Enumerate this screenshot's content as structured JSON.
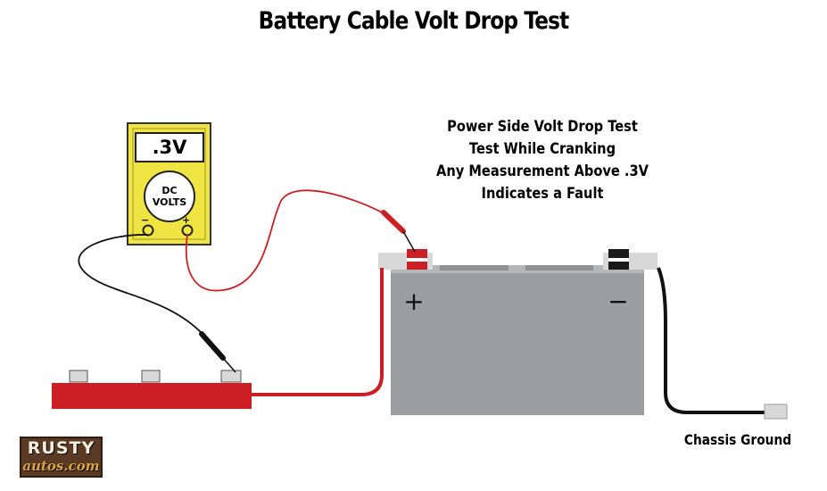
{
  "title": "Battery Cable Volt Drop Test",
  "info_lines": [
    "Power Side Volt Drop Test",
    "Test While Cranking",
    "Any Measurement Above .3V",
    "Indicates a Fault"
  ],
  "meter": {
    "reading": ".3V",
    "dial_line1": "DC",
    "dial_line2": "VOLTS",
    "neg_label": "−",
    "pos_label": "+"
  },
  "battery": {
    "positive_sign": "+",
    "negative_sign": "−"
  },
  "chassis_ground_label": "Chassis Ground",
  "logo": {
    "line1": "RUSTY",
    "line2": "autos.com"
  },
  "colors": {
    "meter_yellow": "#f0e443",
    "battery_gray": "#9b9ea0",
    "cable_red": "#cc1f25",
    "terminal_light": "#d8d8d8"
  }
}
